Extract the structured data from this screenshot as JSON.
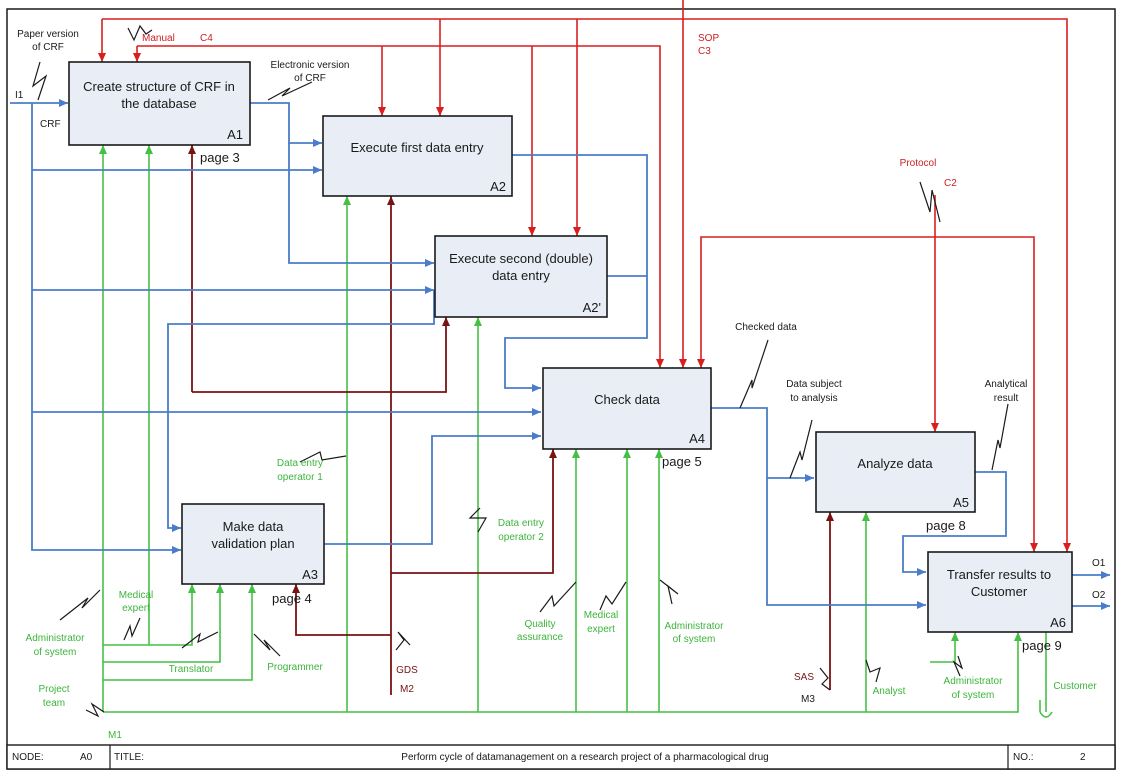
{
  "boxes": {
    "a1": {
      "title_line1": "Create structure of CRF in",
      "title_line2": "the database",
      "id": "A1",
      "page": "page 3"
    },
    "a2": {
      "title_line1": "Execute first data entry",
      "id": "A2"
    },
    "a2p": {
      "title_line1": "Execute second (double)",
      "title_line2": "data entry",
      "id": "A2'"
    },
    "a3": {
      "title_line1": "Make data",
      "title_line2": "validation plan",
      "id": "A3",
      "page": "page 4"
    },
    "a4": {
      "title_line1": "Check data",
      "id": "A4",
      "page": "page 5"
    },
    "a5": {
      "title_line1": "Analyze data",
      "id": "A5",
      "page": "page 8"
    },
    "a6": {
      "title_line1": "Transfer results to",
      "title_line2": "Customer",
      "id": "A6",
      "page": "page 9"
    }
  },
  "labels": {
    "paper_crf_1": "Paper version",
    "paper_crf_2": "of CRF",
    "i1": "I1",
    "crf": "CRF",
    "manual": "Manual",
    "c4": "C4",
    "sop": "SOP",
    "c3": "C3",
    "electronic_1": "Electronic version",
    "electronic_2": "of CRF",
    "protocol": "Protocol",
    "c2": "C2",
    "checked_data": "Checked data",
    "subject_1": "Data subject",
    "subject_2": "to analysis",
    "analytical_1": "Analytical",
    "analytical_2": "result",
    "o1": "O1",
    "o2": "O2",
    "deo1_1": "Data entry",
    "deo1_2": "operator 1",
    "deo2_1": "Data entry",
    "deo2_2": "operator 2",
    "admin_1": "Administrator",
    "admin_2": "of system",
    "med_1": "Medical",
    "med_2": "expert",
    "translator": "Translator",
    "programmer": "Programmer",
    "project_1": "Project",
    "project_2": "team",
    "m1": "M1",
    "gds": "GDS",
    "m2": "M2",
    "qa_1": "Quality",
    "qa_2": "assurance",
    "med2_1": "Medical",
    "med2_2": "expert",
    "admin2_1": "Administrator",
    "admin2_2": "of system",
    "sas": "SAS",
    "m3": "M3",
    "analyst": "Analyst",
    "admin3_1": "Administrator",
    "admin3_2": "of system",
    "customer": "Customer"
  },
  "footer": {
    "node_label": "NODE:",
    "node_value": "A0",
    "title_label": "TITLE:",
    "title_value": "Perform cycle of datamanagement on a research project of a pharmacological drug",
    "no_label": "NO.:",
    "no_value": "2"
  },
  "colors": {
    "input_arrows": "#4a7cc9",
    "control_arrows": "#d91e1e",
    "mechanism_arrows": "#44c144",
    "tool_arrows": "#7a1212",
    "box_fill": "#e8edf6"
  }
}
